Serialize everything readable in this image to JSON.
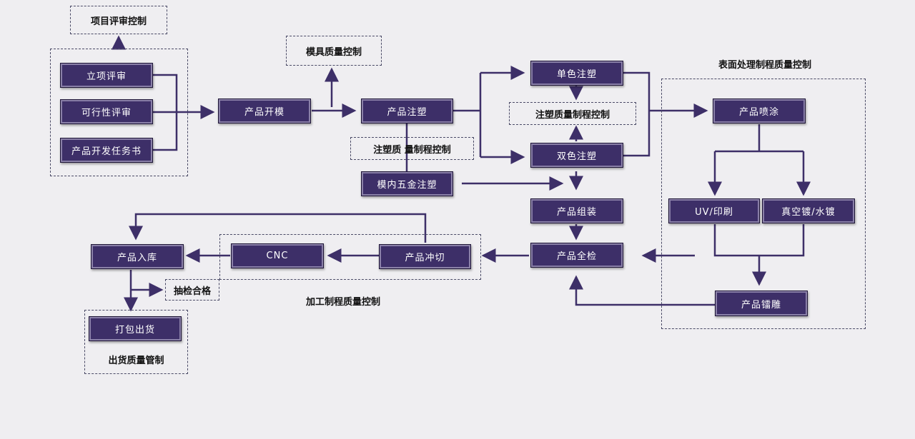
{
  "labels": {
    "project_review_control": "项目评审控制",
    "mold_quality_control": "模具质量控制",
    "injection_quality_control_a": "注塑质 量制程控制",
    "injection_quality_control_b": "注塑质量制程控制",
    "surface_quality_control": "表面处理制程质量控制",
    "machining_quality_control": "加工制程质量控制",
    "spot_check_pass": "抽检合格",
    "shipping_quality_control": "出货质量管制"
  },
  "nodes": {
    "project_approval_review": "立项评审",
    "feasibility_review": "可行性评审",
    "product_dev_task_book": "产品开发任务书",
    "product_mold_opening": "产品开模",
    "product_injection": "产品注塑",
    "insert_molding": "模内五金注塑",
    "single_color_injection": "单色注塑",
    "two_color_injection": "双色注塑",
    "product_assembly": "产品组装",
    "product_full_inspection": "产品全检",
    "product_spraying": "产品喷涂",
    "uv_printing": "UV/印刷",
    "vacuum_plating": "真空镀/水镀",
    "product_engraving": "产品镭雕",
    "product_punching": "产品冲切",
    "cnc": "CNC",
    "product_warehousing": "产品入库",
    "packing_shipping": "打包出货"
  }
}
